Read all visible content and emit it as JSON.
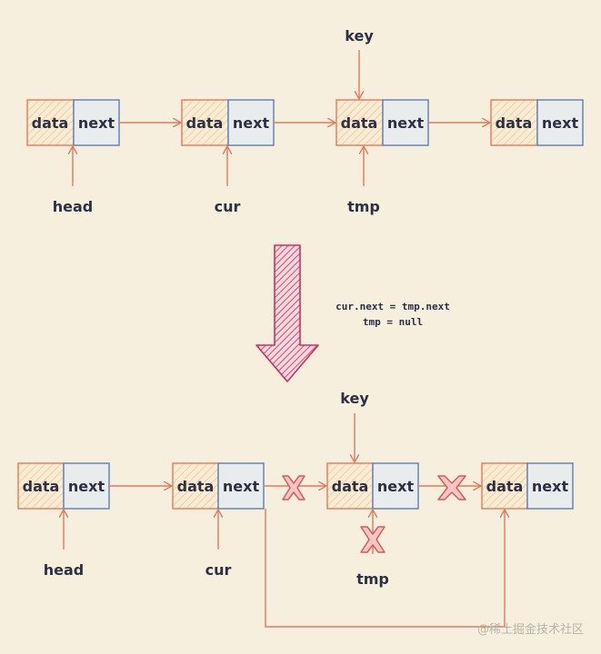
{
  "node": {
    "data_label": "data",
    "next_label": "next"
  },
  "top": {
    "pointers": {
      "head": "head",
      "cur": "cur",
      "tmp": "tmp",
      "key": "key"
    }
  },
  "bottom": {
    "pointers": {
      "head": "head",
      "cur": "cur",
      "tmp": "tmp",
      "key": "key"
    }
  },
  "code": {
    "line1": "cur.next = tmp.next",
    "line2": "tmp = null"
  },
  "watermark": "@稀土掘金技术社区",
  "colors": {
    "background": "#f6efdd",
    "data_border": "#e07a5f",
    "data_hatch": "#f0c98a",
    "next_border": "#5b7fb5",
    "next_fill": "#e9ecec",
    "arrow": "#e07a5f",
    "down_arrow": "#c8325a",
    "cross": "#d85a5a"
  }
}
